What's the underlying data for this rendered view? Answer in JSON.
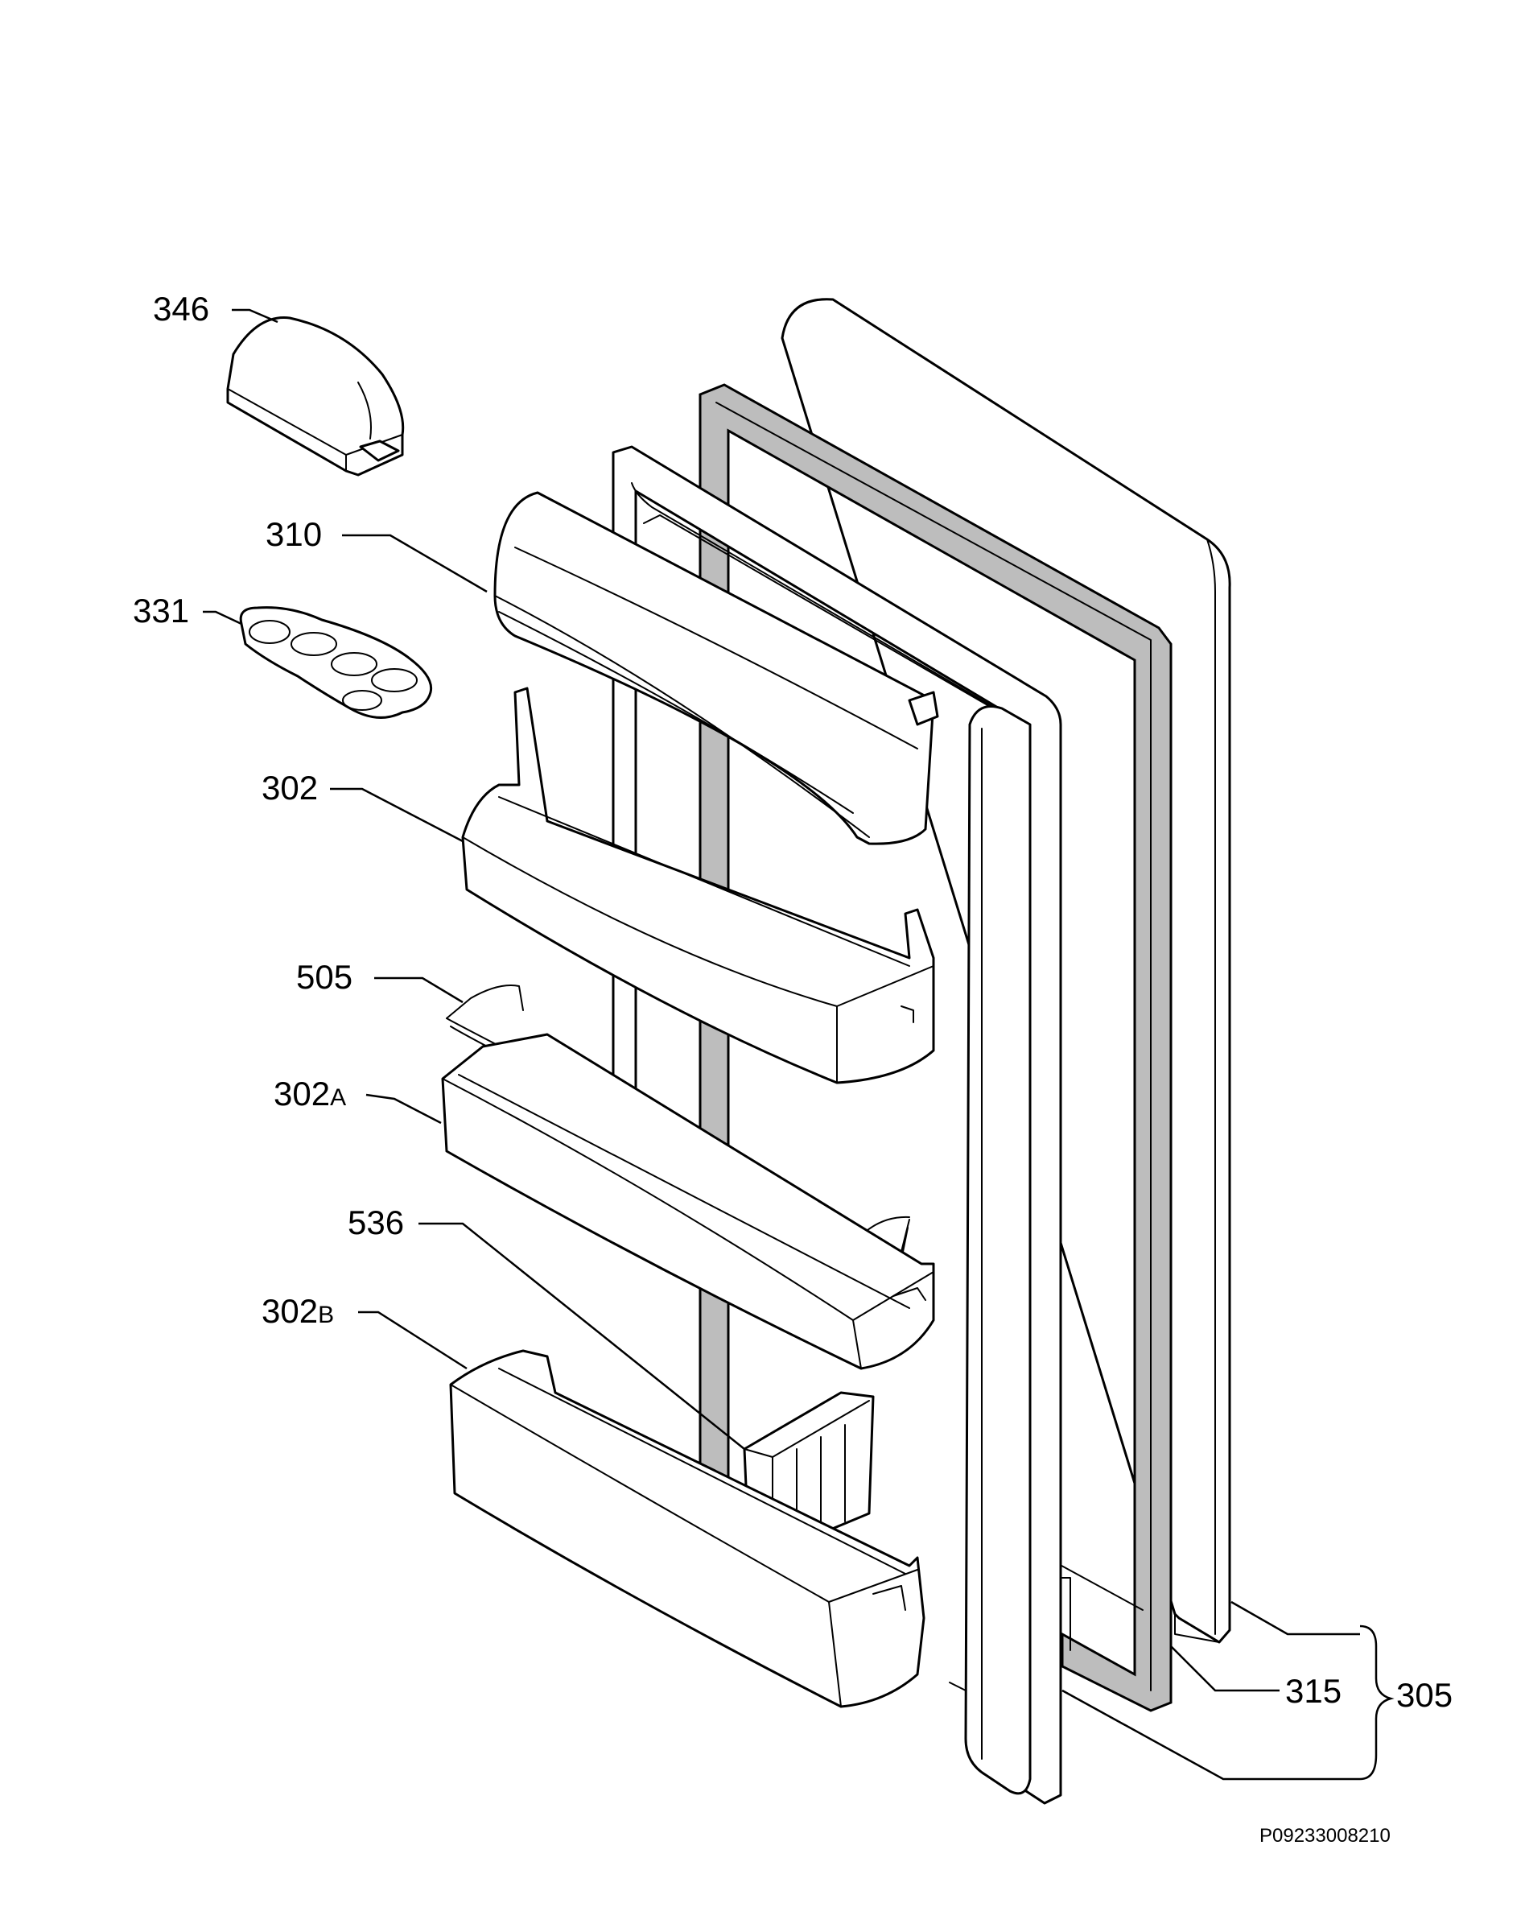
{
  "labels": {
    "p346": "346",
    "p310": "310",
    "p331": "331",
    "p302": "302",
    "p505": "505",
    "p302a_main": "302",
    "p302a_suffix": "A",
    "p536": "536",
    "p302b_main": "302",
    "p302b_suffix": "B",
    "p315": "315",
    "p305": "305"
  },
  "drawing_code": "P09233008210"
}
